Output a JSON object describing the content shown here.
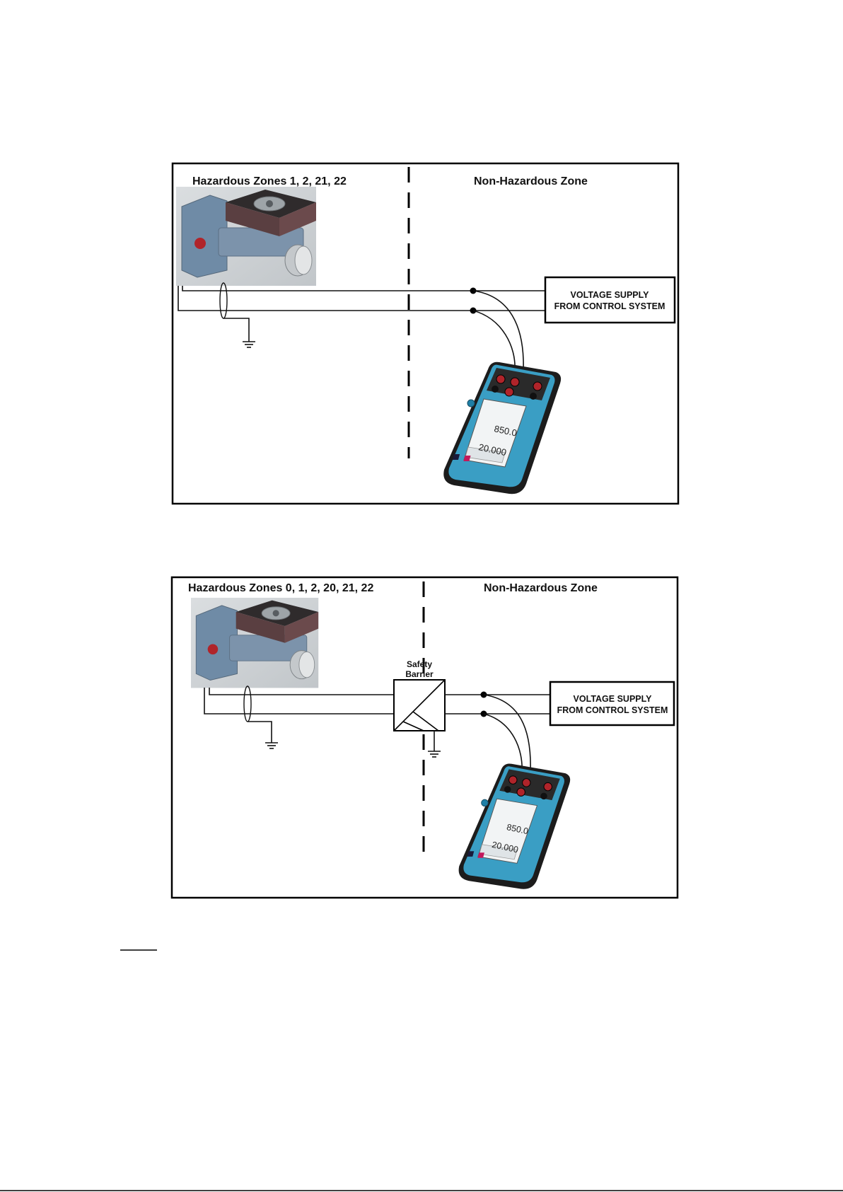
{
  "diagram1": {
    "hazardous_zone_label": "Hazardous Zones 1, 2, 21, 22",
    "non_hazardous_zone_label": "Non-Hazardous Zone",
    "supply_line1": "VOLTAGE SUPPLY",
    "supply_line2": "FROM CONTROL SYSTEM",
    "display_reading1": "850.0",
    "display_reading2": "20.000"
  },
  "diagram2": {
    "hazardous_zone_label": "Hazardous Zones 0, 1, 2, 20, 21, 22",
    "non_hazardous_zone_label": "Non-Hazardous Zone",
    "barrier_line1": "Safety",
    "barrier_line2": "Barrier",
    "supply_line1": "VOLTAGE SUPPLY",
    "supply_line2": "FROM CONTROL SYSTEM",
    "display_reading1": "850.0",
    "display_reading2": "20.000"
  },
  "colors": {
    "calibrator_body": "#3a9ec4",
    "calibrator_edge": "#1c1c1c",
    "terminal_red": "#b0242a",
    "sensor_body": "#6f8ba6",
    "sensor_plate": "#3a3536"
  }
}
